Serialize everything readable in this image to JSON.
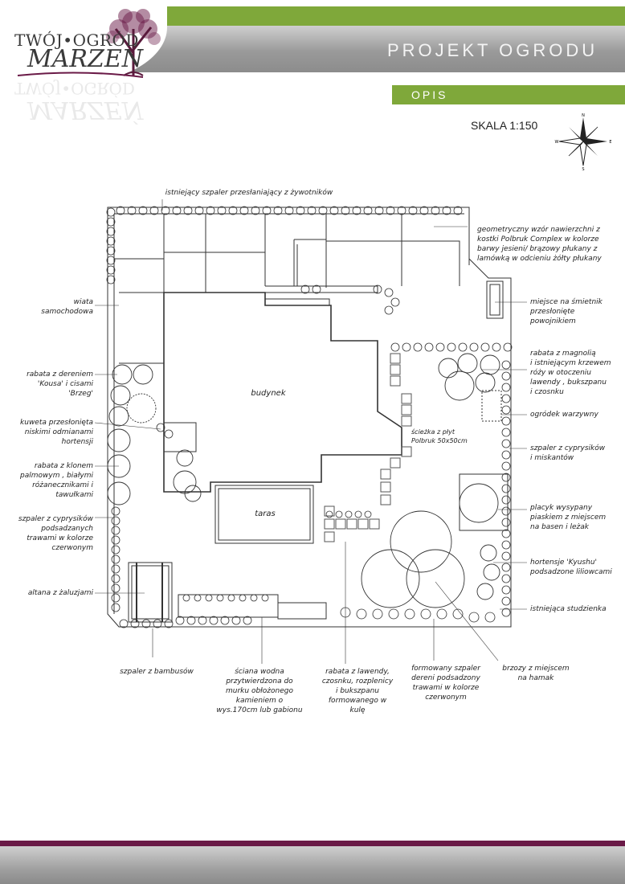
{
  "colors": {
    "green": "#7fa83a",
    "purple": "#6a1a47",
    "logo_text": "#3a3a3a"
  },
  "logo": {
    "line1": "TWÓJ•OGRÓD",
    "line2": "MARZEŃ",
    "icon": "tree-icon"
  },
  "header": {
    "title": "PROJEKT OGRODU",
    "section": "OPIS",
    "scale": "SKALA 1:150"
  },
  "compass": {
    "n": "N",
    "s": "S",
    "e": "E",
    "w": "W"
  },
  "plan": {
    "budynek": "budynek",
    "taras": "taras",
    "sciezka": [
      "ścieżka z płyt",
      "Polbruk 50x50cm"
    ]
  },
  "labels": {
    "szpaler_top": [
      "istniejący szpaler przesłaniający z żywotników"
    ],
    "geometryczny": [
      "geometryczny wzór nawierzchni z",
      "kostki Polbruk Complex w kolorze",
      "barwy jesieni/ brązowy płukany z",
      "lamówką w odcieniu żółty płukany"
    ],
    "wiata": [
      "wiata",
      "samochodowa"
    ],
    "rabata_deren": [
      "rabata z dereniem",
      "'Kousa' i cisami",
      "'Brzeg'"
    ],
    "kuweta": [
      "kuweta przesłonięta",
      "niskimi odmianami",
      "hortensji"
    ],
    "rabata_klon": [
      "rabata z klonem",
      "palmowym , białymi",
      "różanecznikami i",
      "tawułkami"
    ],
    "szpaler_cyprys_left": [
      "szpaler z cyprysików",
      "podsadzanych",
      "trawami w kolorze",
      "czerwonym"
    ],
    "altana": [
      "altana z żaluzjami"
    ],
    "smietnik": [
      "miejsce na śmietnik",
      "przesłonięte",
      "powojnikiem"
    ],
    "rabata_magnolia": [
      "rabata  z magnolią",
      "i istniejącym krzewem",
      "róży w otoczeniu",
      "lawendy , bukszpanu",
      "i czosnku"
    ],
    "ogrodek": [
      "ogródek warzywny"
    ],
    "szpaler_cyprys_right": [
      "szpaler z cyprysików",
      "i miskantów"
    ],
    "placyk": [
      "placyk wysypany",
      "piaskiem z miejscem",
      "na basen i leżak"
    ],
    "hortensje": [
      "hortensje 'Kyushu'",
      "podsadzone liliowcami"
    ],
    "studzienka": [
      "istniejąca studzienka"
    ],
    "bambus": [
      "szpaler z bambusów"
    ],
    "sciana": [
      "ściana wodna",
      "przytwierdzona do",
      "murku obłożonego",
      "kamieniem o",
      "wys.170cm lub gabionu"
    ],
    "rabata_lawenda": [
      "rabata z lawendy,",
      "czosnku, rozplenicy",
      "i bukszpanu",
      "formowanego w",
      "kulę"
    ],
    "formowany": [
      "formowany szpaler",
      "dereni podsadzony",
      "trawami w kolorze",
      "czerwonym"
    ],
    "brzozy": [
      "brzozy z miejscem",
      "na hamak"
    ]
  }
}
